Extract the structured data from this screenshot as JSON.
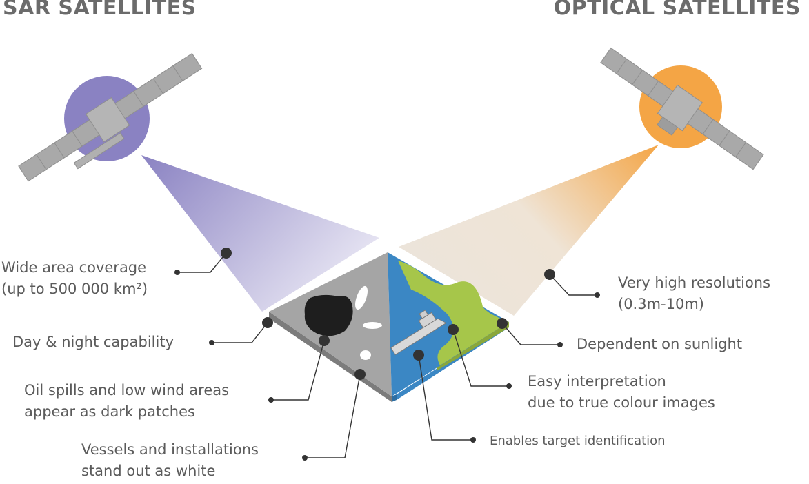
{
  "colors": {
    "heading_text": "#6b6b6b",
    "label_text": "#5b5b5b",
    "leader_line": "#333333",
    "sar_accent": "#8a82c2",
    "optical_accent": "#f4a545",
    "satellite_body": "#a9a9a9",
    "ocean_blue": "#3b87c4",
    "land_green": "#a6c64a",
    "sar_tile_gray": "#a5a5a5",
    "oil_patch": "#1e1e1e"
  },
  "icons": {
    "sar_satellite": "satellite-icon",
    "optical_satellite": "satellite-icon",
    "vessel": "ship-icon"
  },
  "headings": {
    "sar": "SAR SATELLITES",
    "optical": "OPTICAL SATELLITES"
  },
  "labels": {
    "wide_area": {
      "line1": "Wide area coverage",
      "line2": "(up to 500 000 km²)"
    },
    "day_night": {
      "line1": "Day & night capability"
    },
    "oil_spills": {
      "line1": "Oil spills and low wind areas",
      "line2": "appear as dark patches"
    },
    "vessels": {
      "line1": "Vessels and installations",
      "line2": "stand out as white"
    },
    "high_res": {
      "line1": "Very high resolutions",
      "line2": "(0.3m-10m)"
    },
    "sunlight": {
      "line1": "Dependent on sunlight"
    },
    "easy_interp": {
      "line1": "Easy interpretation",
      "line2": "due to true colour images"
    },
    "target_id": {
      "line1": "Enables target identification"
    }
  }
}
